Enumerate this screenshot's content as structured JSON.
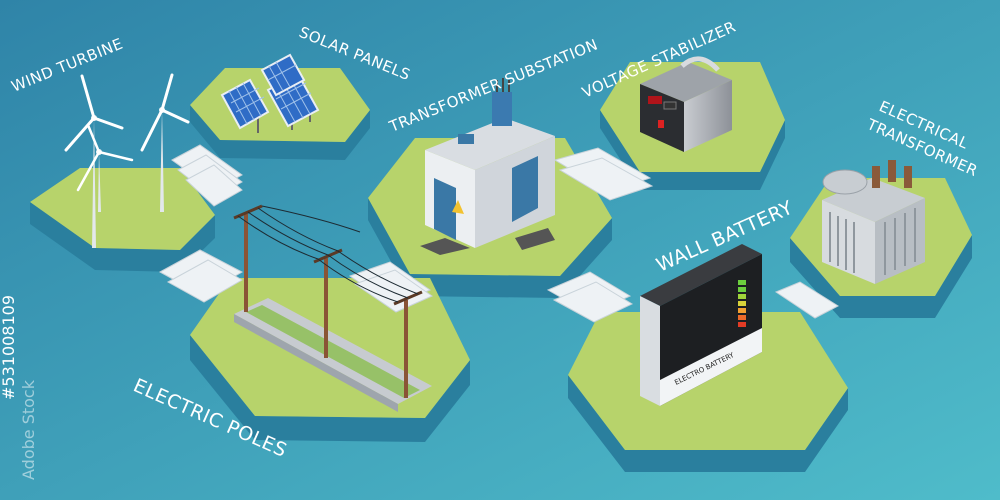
{
  "labels": {
    "wind_turbine": "Wind turbine",
    "solar_panels": "Solar panels",
    "transformer_substation": "Transformer substation",
    "voltage_stabilizer": "Voltage stabilizer",
    "electrical_transformer_line1": "Electrical",
    "electrical_transformer_line2": "Transformer",
    "wall_battery": "Wall battery",
    "electric_poles": "Electric poles"
  },
  "battery_text": "ELECTRO BATTERY",
  "watermark_id": "#531008109",
  "watermark_brand": "Adobe Stock",
  "colors": {
    "background_top": "#2f8fae",
    "background_bottom": "#47b4c6",
    "platform_top": "#b9d46d",
    "platform_side": "#2d86a3",
    "stairs": "#eef2f5"
  }
}
